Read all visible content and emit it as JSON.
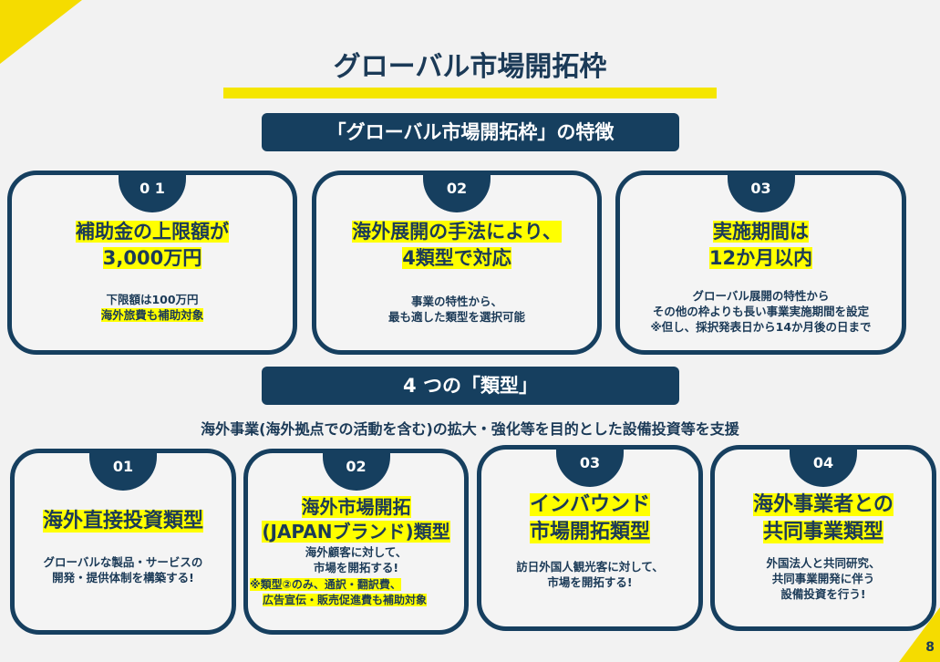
{
  "page_title": "グローバル市場開拓枠",
  "features_heading": "「グローバル市場開拓枠」の特徴",
  "features": [
    {
      "num": "0 1",
      "head": [
        "補助金の上限額が",
        "3,000万円"
      ],
      "body": [
        "下限額は100万円"
      ],
      "body_hl": [
        "海外旅費も補助対象"
      ]
    },
    {
      "num": "02",
      "head": [
        "海外展開の手法により、",
        "4類型で対応"
      ],
      "body": [
        "事業の特性から、",
        "最も適した類型を選択可能"
      ]
    },
    {
      "num": "03",
      "head": [
        "実施期間は",
        "12か月以内"
      ],
      "body": [
        "グローバル展開の特性から",
        "その他の枠よりも長い事業実施期間を設定",
        "※但し、採択発表日から14か月後の日まで"
      ]
    }
  ],
  "types_heading": "4 つの「類型」",
  "types_subtitle": "海外事業(海外拠点での活動を含む)の拡大・強化等を目的とした設備投資等を支援",
  "types": [
    {
      "num": "01",
      "head": [
        "海外直接投資類型"
      ],
      "body": [
        "グローバルな製品・サービスの",
        "開発・提供体制を構築する!"
      ]
    },
    {
      "num": "02",
      "head": [
        "海外市場開拓",
        "(JAPANブランド)類型"
      ],
      "body": [
        "海外顧客に対して、",
        "市場を開拓する!"
      ],
      "body_hl": [
        "※類型②のみ、通訳・翻訳費、",
        "広告宣伝・販売促進費も補助対象"
      ]
    },
    {
      "num": "03",
      "head": [
        "インバウンド",
        "市場開拓類型"
      ],
      "body": [
        "訪日外国人観光客に対して、",
        "市場を開拓する!"
      ]
    },
    {
      "num": "04",
      "head": [
        "海外事業者との",
        "共同事業類型"
      ],
      "body": [
        "外国法人と共同研究、",
        "共同事業開発に伴う",
        "設備投資を行う!"
      ]
    }
  ],
  "page_number": "8"
}
